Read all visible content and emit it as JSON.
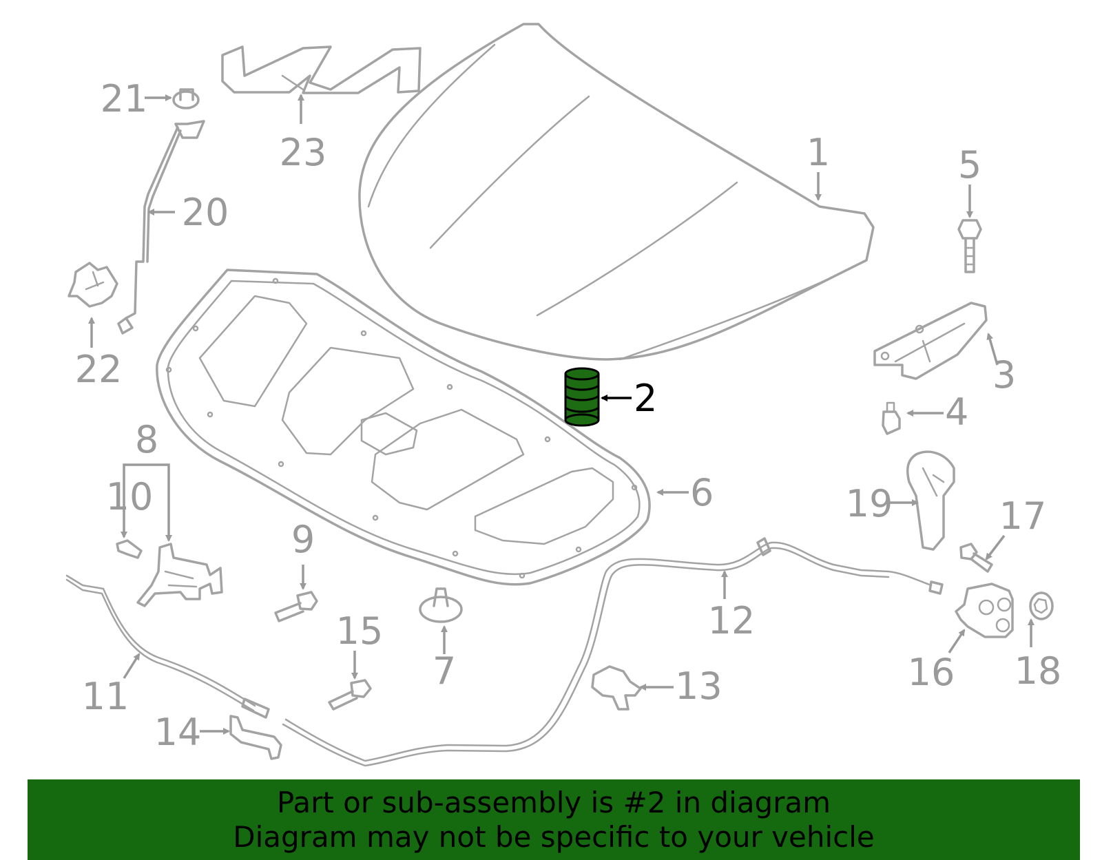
{
  "diagram": {
    "highlight_color": "#1d6b12",
    "line_color": "#a3a3a3",
    "highlighted_part": "2",
    "callouts": {
      "c1": "1",
      "c2": "2",
      "c3": "3",
      "c4": "4",
      "c5": "5",
      "c6": "6",
      "c7": "7",
      "c8": "8",
      "c9": "9",
      "c10": "10",
      "c11": "11",
      "c12": "12",
      "c13": "13",
      "c14": "14",
      "c15": "15",
      "c16": "16",
      "c17": "17",
      "c18": "18",
      "c19": "19",
      "c20": "20",
      "c21": "21",
      "c22": "22",
      "c23": "23"
    }
  },
  "banner": {
    "color": "#156a10",
    "line1": "Part or sub-assembly is #2 in diagram",
    "line2": "Diagram may not be specific to your vehicle"
  }
}
